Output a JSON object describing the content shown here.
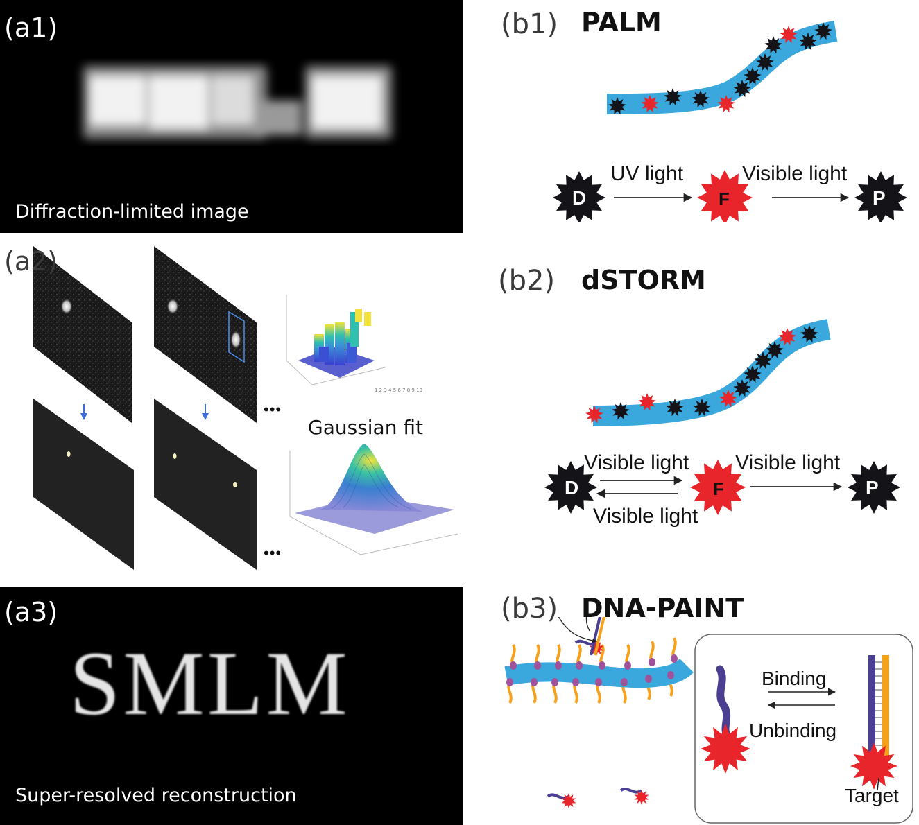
{
  "a1": {
    "label": "(a1)",
    "caption": "Diffraction-limited image"
  },
  "a2": {
    "label": "(a2)",
    "ellipsis": "•••",
    "fit_label": "Gaussian fit"
  },
  "a3": {
    "label": "(a3)",
    "smlm_text": "SMLM",
    "caption": "Super-resolved reconstruction"
  },
  "b1": {
    "label": "(b1)",
    "title": "PALM",
    "state_d": "D",
    "state_f": "F",
    "state_p": "P",
    "arrow1": "UV light",
    "arrow2": "Visible light"
  },
  "b2": {
    "label": "(b2)",
    "title": "dSTORM",
    "state_d": "D",
    "state_f": "F",
    "state_p": "P",
    "forward": "Visible light",
    "back": "Visible light",
    "bleach": "Visible light"
  },
  "b3": {
    "label": "(b3)",
    "title": "DNA-PAINT",
    "binding": "Binding",
    "unbinding": "Unbinding",
    "target": "Target"
  },
  "colors": {
    "filament": "#3aa8dd",
    "active": "#e8252a",
    "dark_fluor": "#141418",
    "imager": "#4a3f91",
    "docking": "#f5a11c",
    "node": "#a0529a",
    "arrow": "#3b6fd6"
  }
}
